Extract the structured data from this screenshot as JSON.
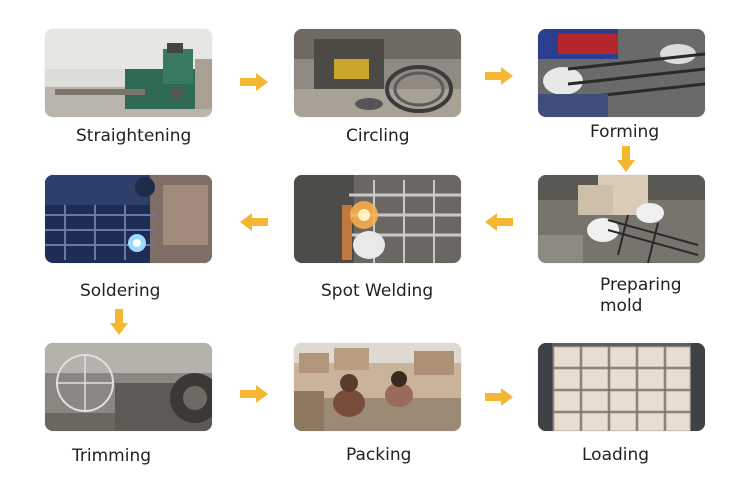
{
  "steps": [
    {
      "id": "straightening",
      "label": "Straightening"
    },
    {
      "id": "circling",
      "label": "Circling"
    },
    {
      "id": "forming",
      "label": "Forming"
    },
    {
      "id": "preparing-mold",
      "label_line1": "Preparing",
      "label_line2": "mold"
    },
    {
      "id": "spot-welding",
      "label": "Spot Welding"
    },
    {
      "id": "soldering",
      "label": "Soldering"
    },
    {
      "id": "trimming",
      "label": "Trimming"
    },
    {
      "id": "packing",
      "label": "Packing"
    },
    {
      "id": "loading",
      "label": "Loading"
    }
  ],
  "colors": {
    "arrow": "#f5b731",
    "arrow_dark": "#e89a1a",
    "text": "#222222"
  },
  "icons": {
    "flow_arrow": "arrow-icon"
  }
}
